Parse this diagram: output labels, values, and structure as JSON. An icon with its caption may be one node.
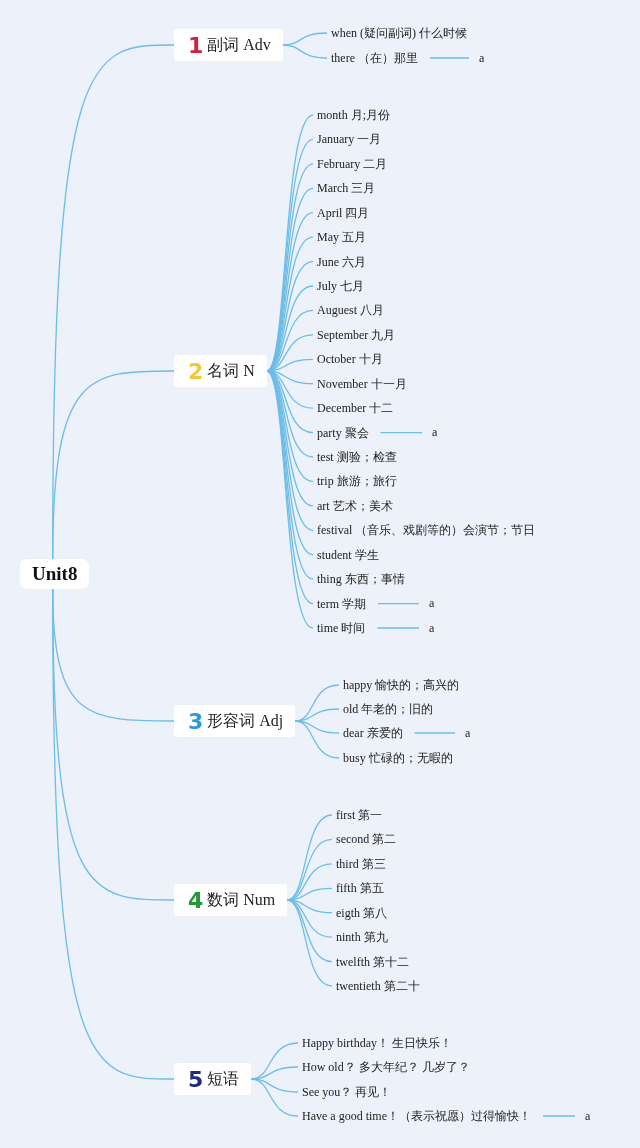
{
  "diagram": {
    "nodes": [
      {
        "text": [
          "Unit8"
        ]
      },
      {
        "text": [
          "1",
          "副词 Adv"
        ]
      },
      {
        "text": [
          "when (疑问副词) 什么时候"
        ]
      },
      {
        "text": [
          "there （在）那里"
        ]
      },
      {
        "text": [
          "a"
        ]
      },
      {
        "text": [
          "2",
          "名词 N"
        ]
      },
      {
        "text": [
          "month 月;月份"
        ]
      },
      {
        "text": [
          "January 一月"
        ]
      },
      {
        "text": [
          "February 二月"
        ]
      },
      {
        "text": [
          "March 三月"
        ]
      },
      {
        "text": [
          "April 四月"
        ]
      },
      {
        "text": [
          "May 五月"
        ]
      },
      {
        "text": [
          "June 六月"
        ]
      },
      {
        "text": [
          "July 七月"
        ]
      },
      {
        "text": [
          "Auguest 八月"
        ]
      },
      {
        "text": [
          "September 九月"
        ]
      },
      {
        "text": [
          "October 十月"
        ]
      },
      {
        "text": [
          "November 十一月"
        ]
      },
      {
        "text": [
          "December 十二"
        ]
      },
      {
        "text": [
          "party 聚会"
        ]
      },
      {
        "text": [
          "a"
        ]
      },
      {
        "text": [
          "test 测验；检查"
        ]
      },
      {
        "text": [
          "trip 旅游；旅行"
        ]
      },
      {
        "text": [
          "art 艺术；美术"
        ]
      },
      {
        "text": [
          "festival （音乐、戏剧等的）会演节；节日"
        ]
      },
      {
        "text": [
          "student 学生"
        ]
      },
      {
        "text": [
          "thing 东西；事情"
        ]
      },
      {
        "text": [
          "term 学期"
        ]
      },
      {
        "text": [
          "a"
        ]
      },
      {
        "text": [
          "time 时间"
        ]
      },
      {
        "text": [
          "a"
        ]
      },
      {
        "text": [
          "3",
          "形容词 Adj"
        ]
      },
      {
        "text": [
          "happy 愉快的；高兴的"
        ]
      },
      {
        "text": [
          "old 年老的；旧的"
        ]
      },
      {
        "text": [
          "dear 亲爱的"
        ]
      },
      {
        "text": [
          "a"
        ]
      },
      {
        "text": [
          "busy 忙碌的；无暇的"
        ]
      },
      {
        "text": [
          "4",
          "数词 Num"
        ]
      },
      {
        "text": [
          "first 第一"
        ]
      },
      {
        "text": [
          "second 第二"
        ]
      },
      {
        "text": [
          "third 第三"
        ]
      },
      {
        "text": [
          "fifth 第五"
        ]
      },
      {
        "text": [
          "eigth 第八"
        ]
      },
      {
        "text": [
          "ninth 第九"
        ]
      },
      {
        "text": [
          "twelfth 第十二"
        ]
      },
      {
        "text": [
          "twentieth 第二十"
        ]
      },
      {
        "text": [
          "5",
          "短语"
        ]
      },
      {
        "text": [
          "Happy birthday！ 生日快乐！"
        ]
      },
      {
        "text": [
          "How old？ 多大年纪？ 几岁了？"
        ]
      },
      {
        "text": [
          "See you？ 再见！"
        ]
      },
      {
        "text": [
          "Have a good time！（表示祝愿）过得愉快！"
        ]
      },
      {
        "text": [
          "a"
        ]
      }
    ],
    "edges": [
      {
        "from": 0,
        "to": 1,
        "arrow": "none"
      },
      {
        "from": 0,
        "to": 5,
        "arrow": "none"
      },
      {
        "from": 0,
        "to": 31,
        "arrow": "none"
      },
      {
        "from": 0,
        "to": 37,
        "arrow": "none"
      },
      {
        "from": 0,
        "to": 46,
        "arrow": "none"
      },
      {
        "from": 1,
        "to": 2,
        "arrow": "none"
      },
      {
        "from": 1,
        "to": 3,
        "arrow": "none"
      },
      {
        "from": 3,
        "to": 4,
        "arrow": "none"
      },
      {
        "from": 5,
        "to": 6,
        "arrow": "none"
      },
      {
        "from": 5,
        "to": 7,
        "arrow": "none"
      },
      {
        "from": 5,
        "to": 8,
        "arrow": "none"
      },
      {
        "from": 5,
        "to": 9,
        "arrow": "none"
      },
      {
        "from": 5,
        "to": 10,
        "arrow": "none"
      },
      {
        "from": 5,
        "to": 11,
        "arrow": "none"
      },
      {
        "from": 5,
        "to": 12,
        "arrow": "none"
      },
      {
        "from": 5,
        "to": 13,
        "arrow": "none"
      },
      {
        "from": 5,
        "to": 14,
        "arrow": "none"
      },
      {
        "from": 5,
        "to": 15,
        "arrow": "none"
      },
      {
        "from": 5,
        "to": 16,
        "arrow": "none"
      },
      {
        "from": 5,
        "to": 17,
        "arrow": "none"
      },
      {
        "from": 5,
        "to": 18,
        "arrow": "none"
      },
      {
        "from": 5,
        "to": 19,
        "arrow": "none"
      },
      {
        "from": 19,
        "to": 20,
        "arrow": "none"
      },
      {
        "from": 5,
        "to": 21,
        "arrow": "none"
      },
      {
        "from": 5,
        "to": 22,
        "arrow": "none"
      },
      {
        "from": 5,
        "to": 23,
        "arrow": "none"
      },
      {
        "from": 5,
        "to": 24,
        "arrow": "none"
      },
      {
        "from": 5,
        "to": 25,
        "arrow": "none"
      },
      {
        "from": 5,
        "to": 26,
        "arrow": "none"
      },
      {
        "from": 5,
        "to": 27,
        "arrow": "none"
      },
      {
        "from": 27,
        "to": 28,
        "arrow": "none"
      },
      {
        "from": 5,
        "to": 29,
        "arrow": "none"
      },
      {
        "from": 29,
        "to": 30,
        "arrow": "none"
      },
      {
        "from": 31,
        "to": 32,
        "arrow": "none"
      },
      {
        "from": 31,
        "to": 33,
        "arrow": "none"
      },
      {
        "from": 31,
        "to": 34,
        "arrow": "none"
      },
      {
        "from": 34,
        "to": 35,
        "arrow": "none"
      },
      {
        "from": 31,
        "to": 36,
        "arrow": "none"
      },
      {
        "from": 37,
        "to": 38,
        "arrow": "none"
      },
      {
        "from": 37,
        "to": 39,
        "arrow": "none"
      },
      {
        "from": 37,
        "to": 40,
        "arrow": "none"
      },
      {
        "from": 37,
        "to": 41,
        "arrow": "none"
      },
      {
        "from": 37,
        "to": 42,
        "arrow": "none"
      },
      {
        "from": 37,
        "to": 43,
        "arrow": "none"
      },
      {
        "from": 37,
        "to": 44,
        "arrow": "none"
      },
      {
        "from": 37,
        "to": 45,
        "arrow": "none"
      },
      {
        "from": 46,
        "to": 47,
        "arrow": "none"
      },
      {
        "from": 46,
        "to": 48,
        "arrow": "none"
      },
      {
        "from": 46,
        "to": 49,
        "arrow": "none"
      },
      {
        "from": 46,
        "to": 50,
        "arrow": "none"
      },
      {
        "from": 50,
        "to": 51,
        "arrow": "none"
      }
    ]
  }
}
